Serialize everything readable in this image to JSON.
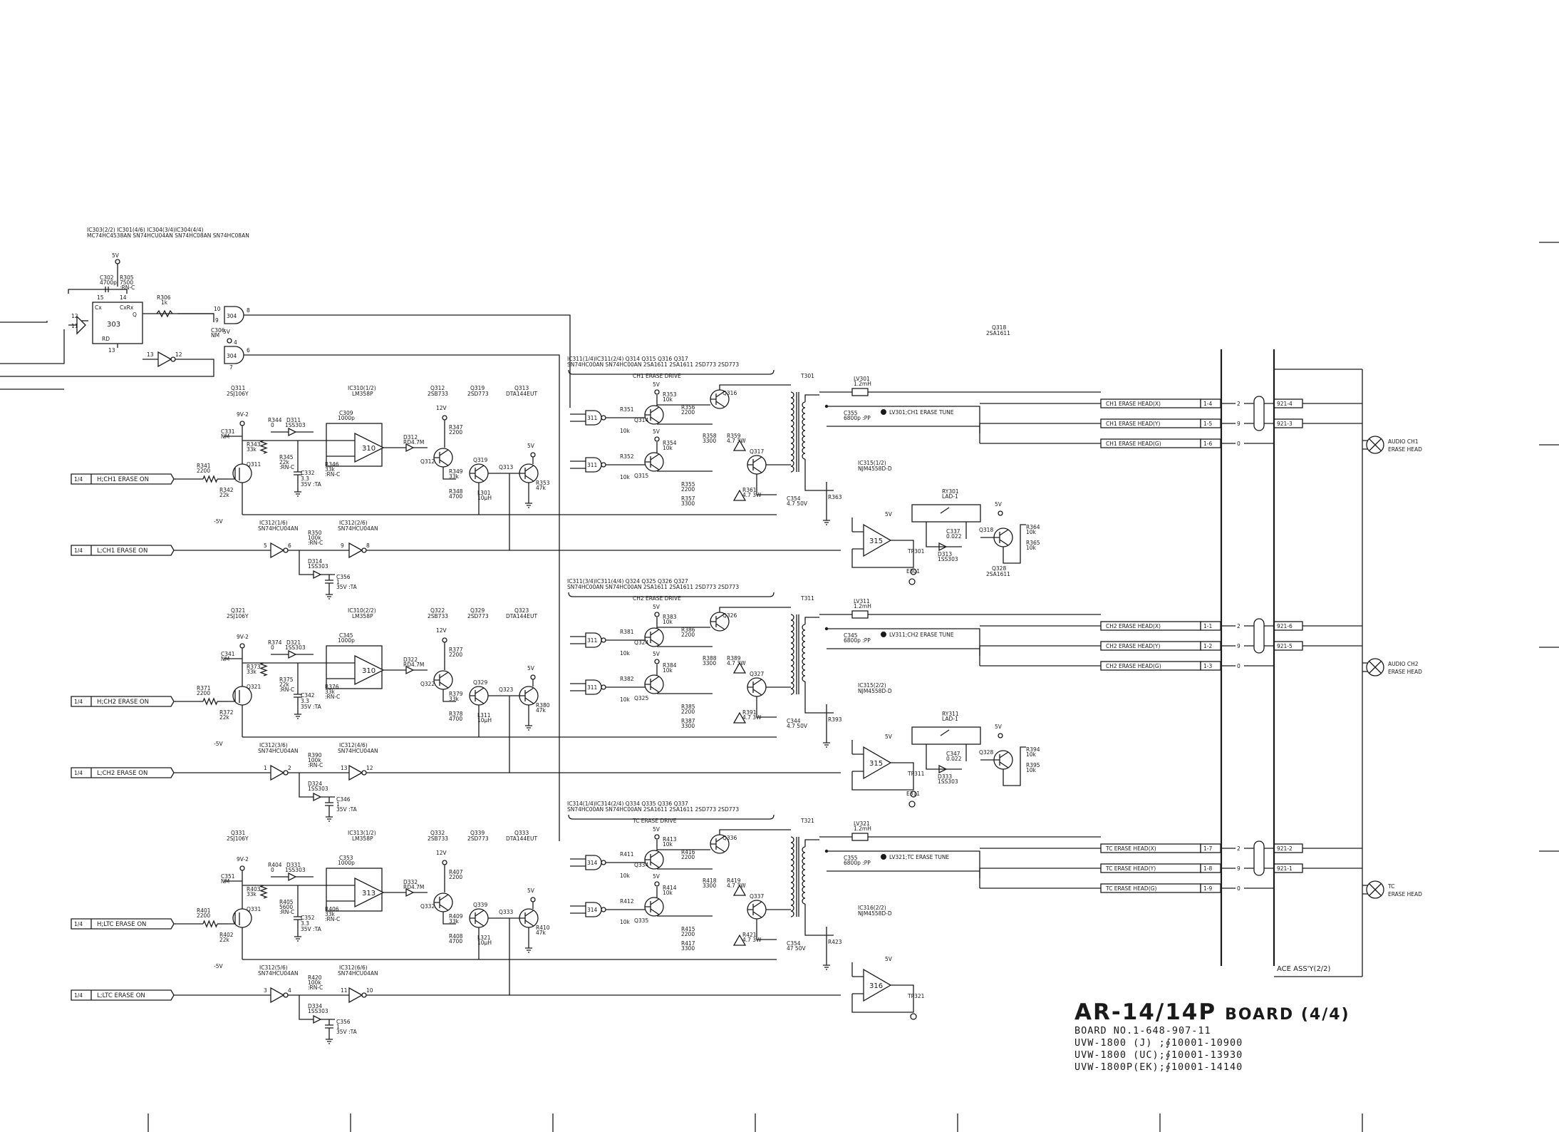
{
  "header_ics": {
    "row1": "IC303(2/2)  IC301(4/6)  IC304(3/4)IC304(4/4)",
    "row2": "MC74HC4538AN SN74HCU04AN  SN74HC08AN SN74HC08AN"
  },
  "supply": {
    "v5": "5V",
    "v9": "9V-2",
    "vm5": "-5V",
    "v12": "12V"
  },
  "top_logic": {
    "ic303": "303",
    "ic304": "304",
    "ic301_label": "304",
    "c302": "C302",
    "c302v": "4700p",
    "r305": "R305",
    "r305v": "7500",
    "r305t": ":RN-C",
    "r306": "R306",
    "r306v": "1k",
    "c306": "C306",
    "c306v": "NM",
    "cx": "Cx",
    "cxrx": "CxRx",
    "q": "Q",
    "rd": "RD",
    "p15": "15",
    "p14": "14",
    "p12": "12",
    "p11": "11",
    "p13": "13",
    "p10": "10",
    "p9": "9",
    "p8": "8",
    "p4": "4",
    "p7": "7",
    "p6": "6",
    "p_a": "13",
    "p_b": "12"
  },
  "channels": [
    {
      "key": "ch1",
      "h_label": "H;CH1 ERASE ON",
      "l_label": "L;CH1 ERASE ON",
      "page_ref": "1/4",
      "q_in": "Q311",
      "q_in_type": "2SJ106Y",
      "ic_opamp_hdr": "IC310(1/2)",
      "ic_opamp_type": "LM358P",
      "ic_opamp": "310",
      "q_a": "Q312",
      "q_a_type": "2SB733",
      "q_b": "Q319",
      "q_b_type": "2SD773",
      "q_c": "Q313",
      "q_c_type": "DTA144EUT",
      "c_in": "C331",
      "c_in_v": "NM",
      "r_a": "R343",
      "r_a_v": "33k",
      "r_b": "R344",
      "r_b_v": "0",
      "d_a": "D311",
      "d_a_v": "1SS303",
      "r_c": "R345",
      "r_c_v": "22k",
      "r_c_t": ":RN-C",
      "c_b": "C332",
      "c_b_v": "3.3",
      "c_b_t": "35V :TA",
      "r_in": "R341",
      "r_in_v": "2200",
      "r_g": "R342",
      "r_g_v": "22k",
      "c_fb": "C309",
      "c_fb_v": "1000p",
      "r_fb": "R346",
      "r_fb_v": "33k",
      "r_fb_t": ":RN-C",
      "d_b": "D312",
      "d_b_v": "RD4.7M",
      "r_d": "R347",
      "r_d_v": "2200",
      "r_e": "R349",
      "r_e_v": "33k",
      "r_f": "R348",
      "r_f_v": "4700",
      "l_a": "L301",
      "l_a_v": "10μH",
      "r_g2": "R353",
      "r_g2_v": "47k",
      "inv1_hdr": "IC312(1/6)",
      "inv1_type": "SN74HCU04AN",
      "inv2_hdr": "IC312(2/6)",
      "inv2_type": "SN74HCU04AN",
      "r_inv": "R350",
      "r_inv_v": "100k",
      "r_inv_t": ":RN-C",
      "d_inv": "D314",
      "d_inv_v": "1SS303",
      "c_inv": "C356",
      "c_inv_v": "1",
      "c_inv_t": "35V :TA",
      "inv1_in": "5",
      "inv1_out": "6",
      "inv2_in": "9",
      "inv2_out": "8",
      "drive_hdr1": "IC311(1/4)IC311(2/4)  Q314   Q315   Q316   Q317",
      "drive_hdr2": "SN74HC00AN SN74HC00AN 2SA1611 2SA1611 2SD773 2SD773",
      "drive_title": "CH1 ERASE DRIVE",
      "nand": "311",
      "q_dr1": "Q314",
      "q_dr2": "Q315",
      "q_dr3": "Q316",
      "q_dr4": "Q317",
      "r_dr1": "R351",
      "r_dr1_v": "10k",
      "r_dr2": "R352",
      "r_dr2_v": "10k",
      "r_dr3": "R353",
      "r_dr3_v": "10k",
      "r_dr4": "R354",
      "r_dr4_v": "10k",
      "r_dr5": "R356",
      "r_dr5_v": "2200",
      "r_dr6": "R358",
      "r_dr6_v": "3300",
      "r_dr7": "R355",
      "r_dr7_v": "2200",
      "r_dr8": "R357",
      "r_dr8_v": "3300",
      "r_dr9": "R359",
      "r_dr9_v": "4.7 3W",
      "r_dr10": "R361",
      "r_dr10_v": "4.7 3W",
      "c_dr": "C354",
      "c_dr_v": "4.7 50V",
      "xfmr": "T301",
      "lv": "LV301",
      "lv_v": "1.2mH",
      "c_lv": "C355",
      "c_lv_v": "6800p :PP",
      "tune_label": "LV301;CH1 ERASE TUNE",
      "ic_det_hdr": "IC315(1/2)",
      "ic_det_type": "NJM4558D-D",
      "ic_det": "315",
      "relay": "RY301",
      "relay_type": "LAD-1",
      "c_rl": "C337",
      "c_rl_v": "0.022",
      "d_rl": "D313",
      "d_rl_v": "1SS303",
      "r_rl": "R363",
      "tp": "TP301",
      "e_pt": "E301",
      "q_sw": "Q318",
      "q_sw_type": "2SA1611",
      "q_sw_hdr": "Q318",
      "r_sw1": "R364",
      "r_sw1_v": "10k",
      "r_sw2": "R365",
      "r_sw2_v": "10k",
      "q_sw_hdr_b": "Q328",
      "q_sw_hdr_b_type": "2SA1611",
      "outputs": [
        {
          "label": "CH1 ERASE HEAD(X)",
          "pin": "1-4",
          "n": "2",
          "conn": "921-4"
        },
        {
          "label": "CH1 ERASE HEAD(Y)",
          "pin": "1-5",
          "n": "9",
          "conn": "921-3"
        },
        {
          "label": "CH1 ERASE HEAD(G)",
          "pin": "1-6",
          "n": "0",
          "conn": ""
        }
      ],
      "head_label1": "AUDIO CH1",
      "head_label2": "ERASE HEAD"
    },
    {
      "key": "ch2",
      "h_label": "H;CH2 ERASE ON",
      "l_label": "L;CH2 ERASE ON",
      "page_ref": "1/4",
      "q_in": "Q321",
      "q_in_type": "2SJ106Y",
      "ic_opamp_hdr": "IC310(2/2)",
      "ic_opamp_type": "LM358P",
      "ic_opamp": "310",
      "q_a": "Q322",
      "q_a_type": "2SB733",
      "q_b": "Q329",
      "q_b_type": "2SD773",
      "q_c": "Q323",
      "q_c_type": "DTA144EUT",
      "c_in": "C341",
      "c_in_v": "NM",
      "r_a": "R373",
      "r_a_v": "33k",
      "r_b": "R374",
      "r_b_v": "0",
      "d_a": "D321",
      "d_a_v": "1SS303",
      "r_c": "R375",
      "r_c_v": "22k",
      "r_c_t": ":RN-C",
      "c_b": "C342",
      "c_b_v": "3.3",
      "c_b_t": "35V :TA",
      "r_in": "R371",
      "r_in_v": "2200",
      "r_g": "R372",
      "r_g_v": "22k",
      "c_fb": "C345",
      "c_fb_v": "1000p",
      "r_fb": "R376",
      "r_fb_v": "33k",
      "r_fb_t": ":RN-C",
      "d_b": "D322",
      "d_b_v": "RD4.7M",
      "r_d": "R377",
      "r_d_v": "2200",
      "r_e": "R379",
      "r_e_v": "33k",
      "r_f": "R378",
      "r_f_v": "4700",
      "l_a": "L311",
      "l_a_v": "10μH",
      "r_g2": "R380",
      "r_g2_v": "47k",
      "inv1_hdr": "IC312(3/6)",
      "inv1_type": "SN74HCU04AN",
      "inv2_hdr": "IC312(4/6)",
      "inv2_type": "SN74HCU04AN",
      "r_inv": "R390",
      "r_inv_v": "100k",
      "r_inv_t": ":RN-C",
      "d_inv": "D324",
      "d_inv_v": "1SS303",
      "c_inv": "C346",
      "c_inv_v": "1",
      "c_inv_t": "35V :TA",
      "inv1_in": "1",
      "inv1_out": "2",
      "inv2_in": "13",
      "inv2_out": "12",
      "drive_hdr1": "IC311(3/4)IC311(4/4)  Q324   Q325   Q326   Q327",
      "drive_hdr2": "SN74HC00AN SN74HC00AN 2SA1611 2SA1611 2SD773 2SD773",
      "drive_title": "CH2 ERASE DRIVE",
      "nand": "311",
      "q_dr1": "Q324",
      "q_dr2": "Q325",
      "q_dr3": "Q326",
      "q_dr4": "Q327",
      "r_dr1": "R381",
      "r_dr1_v": "10k",
      "r_dr2": "R382",
      "r_dr2_v": "10k",
      "r_dr3": "R383",
      "r_dr3_v": "10k",
      "r_dr4": "R384",
      "r_dr4_v": "10k",
      "r_dr5": "R386",
      "r_dr5_v": "2200",
      "r_dr6": "R388",
      "r_dr6_v": "3300",
      "r_dr7": "R385",
      "r_dr7_v": "2200",
      "r_dr8": "R387",
      "r_dr8_v": "3300",
      "r_dr9": "R389",
      "r_dr9_v": "4.7 3W",
      "r_dr10": "R391",
      "r_dr10_v": "4.7 3W",
      "c_dr": "C344",
      "c_dr_v": "4.7 50V",
      "xfmr": "T311",
      "lv": "LV311",
      "lv_v": "1.2mH",
      "c_lv": "C345",
      "c_lv_v": "6800p :PP",
      "tune_label": "LV311;CH2 ERASE TUNE",
      "ic_det_hdr": "IC315(2/2)",
      "ic_det_type": "NJM4558D-D",
      "ic_det": "315",
      "relay": "RY311",
      "relay_type": "LAD-1",
      "c_rl": "C347",
      "c_rl_v": "0.022",
      "d_rl": "D333",
      "d_rl_v": "1SS303",
      "r_rl": "R393",
      "tp": "TP311",
      "e_pt": "E311",
      "q_sw": "Q328",
      "q_sw_type": "2SA1611",
      "q_sw_hdr": "",
      "r_sw1": "R394",
      "r_sw1_v": "10k",
      "r_sw2": "R395",
      "r_sw2_v": "10k",
      "q_sw_hdr_b": "",
      "q_sw_hdr_b_type": "",
      "outputs": [
        {
          "label": "CH2 ERASE HEAD(X)",
          "pin": "1-1",
          "n": "2",
          "conn": "921-6"
        },
        {
          "label": "CH2 ERASE HEAD(Y)",
          "pin": "1-2",
          "n": "9",
          "conn": "921-5"
        },
        {
          "label": "CH2 ERASE HEAD(G)",
          "pin": "1-3",
          "n": "0",
          "conn": ""
        }
      ],
      "head_label1": "AUDIO CH2",
      "head_label2": "ERASE HEAD"
    },
    {
      "key": "tc",
      "h_label": "H;LTC ERASE ON",
      "l_label": "L;LTC ERASE ON",
      "page_ref": "1/4",
      "q_in": "Q331",
      "q_in_type": "2SJ106Y",
      "ic_opamp_hdr": "IC313(1/2)",
      "ic_opamp_type": "LM358P",
      "ic_opamp": "313",
      "q_a": "Q332",
      "q_a_type": "2SB733",
      "q_b": "Q339",
      "q_b_type": "2SD773",
      "q_c": "Q333",
      "q_c_type": "DTA144EUT",
      "c_in": "C351",
      "c_in_v": "NM",
      "r_a": "R403",
      "r_a_v": "33k",
      "r_b": "R404",
      "r_b_v": "0",
      "d_a": "D331",
      "d_a_v": "1SS303",
      "r_c": "R405",
      "r_c_v": "5600",
      "r_c_t": ":RN-C",
      "c_b": "C352",
      "c_b_v": "3.3",
      "c_b_t": "35V :TA",
      "r_in": "R401",
      "r_in_v": "2200",
      "r_g": "R402",
      "r_g_v": "22k",
      "c_fb": "C353",
      "c_fb_v": "1000p",
      "r_fb": "R406",
      "r_fb_v": "33k",
      "r_fb_t": ":RN-C",
      "d_b": "D332",
      "d_b_v": "RD4.7M",
      "r_d": "R407",
      "r_d_v": "2200",
      "r_e": "R409",
      "r_e_v": "33k",
      "r_f": "R408",
      "r_f_v": "4700",
      "l_a": "L321",
      "l_a_v": "10μH",
      "r_g2": "R410",
      "r_g2_v": "47k",
      "inv1_hdr": "IC312(5/6)",
      "inv1_type": "SN74HCU04AN",
      "inv2_hdr": "IC312(6/6)",
      "inv2_type": "SN74HCU04AN",
      "r_inv": "R420",
      "r_inv_v": "100k",
      "r_inv_t": ":RN-C",
      "d_inv": "D334",
      "d_inv_v": "1SS303",
      "c_inv": "C356",
      "c_inv_v": "1",
      "c_inv_t": "35V :TA",
      "inv1_in": "3",
      "inv1_out": "4",
      "inv2_in": "11",
      "inv2_out": "10",
      "drive_hdr1": "IC314(1/4)IC314(2/4)  Q334   Q335   Q336   Q337",
      "drive_hdr2": "SN74HC00AN SN74HC00AN 2SA1611 2SA1611 2SD773 2SD773",
      "drive_title": "TC ERASE DRIVE",
      "nand": "314",
      "q_dr1": "Q334",
      "q_dr2": "Q335",
      "q_dr3": "Q336",
      "q_dr4": "Q337",
      "r_dr1": "R411",
      "r_dr1_v": "10k",
      "r_dr2": "R412",
      "r_dr2_v": "10k",
      "r_dr3": "R413",
      "r_dr3_v": "10k",
      "r_dr4": "R414",
      "r_dr4_v": "10k",
      "r_dr5": "R416",
      "r_dr5_v": "2200",
      "r_dr6": "R418",
      "r_dr6_v": "3300",
      "r_dr7": "R415",
      "r_dr7_v": "2200",
      "r_dr8": "R417",
      "r_dr8_v": "3300",
      "r_dr9": "R419",
      "r_dr9_v": "4.7 3W",
      "r_dr10": "R421",
      "r_dr10_v": "4.7 3W",
      "c_dr": "C354",
      "c_dr_v": "47 50V",
      "xfmr": "T321",
      "lv": "LV321",
      "lv_v": "1.2mH",
      "c_lv": "C355",
      "c_lv_v": "6800p :PP",
      "tune_label": "LV321;TC ERASE TUNE",
      "ic_det_hdr": "IC316(2/2)",
      "ic_det_type": "NJM4558D-D",
      "ic_det": "316",
      "relay": "",
      "relay_type": "",
      "c_rl": "",
      "c_rl_v": "",
      "d_rl": "",
      "d_rl_v": "",
      "r_rl": "R423",
      "tp": "TP321",
      "e_pt": "",
      "q_sw": "",
      "q_sw_type": "",
      "q_sw_hdr": "",
      "r_sw1": "",
      "r_sw1_v": "",
      "r_sw2": "",
      "r_sw2_v": "",
      "q_sw_hdr_b": "",
      "q_sw_hdr_b_type": "",
      "outputs": [
        {
          "label": "TC ERASE HEAD(X)",
          "pin": "1-7",
          "n": "2",
          "conn": "921-2"
        },
        {
          "label": "TC ERASE HEAD(Y)",
          "pin": "1-8",
          "n": "9",
          "conn": "921-1"
        },
        {
          "label": "TC ERASE HEAD(G)",
          "pin": "1-9",
          "n": "0",
          "conn": ""
        }
      ],
      "head_label1": "TC",
      "head_label2": "ERASE HEAD"
    }
  ],
  "assembly_label": "ACE ASS'Y(2/2)",
  "title": {
    "main": "AR-14/14P",
    "suffix": "BOARD (4/4)",
    "lines": [
      "BOARD NO.1-648-907-11",
      "UVW-1800 (J) ;∮10001-10900",
      "UVW-1800 (UC);∮10001-13930",
      "UVW-1800P(EK);∮10001-14140"
    ]
  }
}
